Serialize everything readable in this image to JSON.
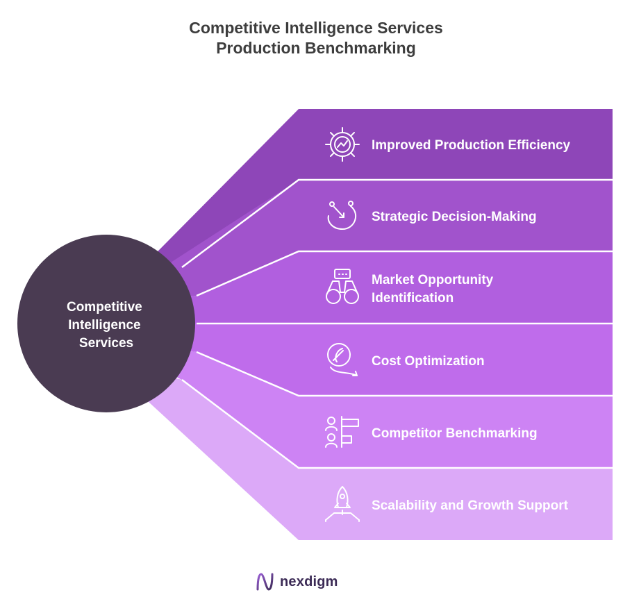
{
  "title": {
    "line1": "Competitive Intelligence Services",
    "line2": "Production Benchmarking"
  },
  "hub": {
    "lines": [
      "Competitive",
      "Intelligence",
      "Services"
    ],
    "color": "#4a3b52"
  },
  "bands": [
    {
      "lines": [
        "Improved Production Efficiency"
      ],
      "icon": "gear-chart-icon",
      "color": "#8e46b8"
    },
    {
      "lines": [
        "Strategic Decision-Making"
      ],
      "icon": "decision-path-icon",
      "color": "#a153cc"
    },
    {
      "lines": [
        "Market Opportunity",
        "Identification"
      ],
      "icon": "binoculars-icon",
      "color": "#b15fdf"
    },
    {
      "lines": [
        "Cost Optimization"
      ],
      "icon": "cost-down-icon",
      "color": "#bf6ceb"
    },
    {
      "lines": [
        "Competitor Benchmarking"
      ],
      "icon": "people-bars-icon",
      "color": "#cd83f4"
    },
    {
      "lines": [
        "Scalability and Growth Support"
      ],
      "icon": "rocket-icon",
      "color": "#dca9f8"
    }
  ],
  "logo": {
    "text": "nexdigm",
    "icon": "nexdigm-logo-icon",
    "color": "#3b2a55"
  }
}
